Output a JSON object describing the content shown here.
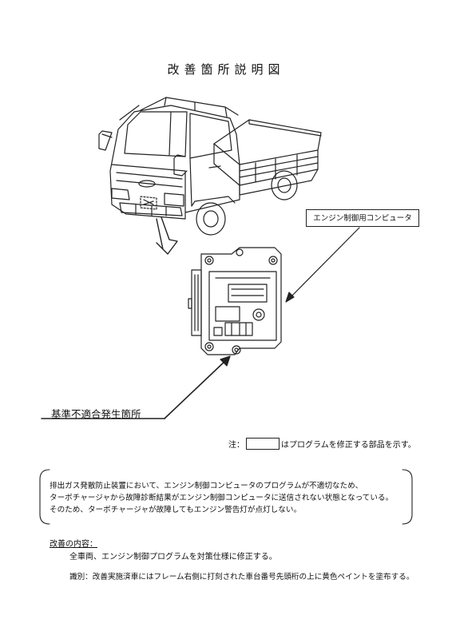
{
  "title": "改善箇所説明図",
  "callout_label": "エンジン制御用コンピュータ",
  "defect_label": "基準不適合発生箇所",
  "note": {
    "prefix": "注：",
    "suffix": "はプログラムを修正する部品を示す。"
  },
  "description_lines": [
    "排出ガス発散防止装置において、エンジン制御コンピュータのプログラムが不適切なため、",
    "ターボチャージャから故障診断結果がエンジン制御コンピュータに送信されない状態となっている。",
    "そのため、ターボチャージャが故障してもエンジン警告灯が点灯しない。"
  ],
  "remedy": {
    "heading": "改善の内容：",
    "body": "全車両、エンジン制御プログラムを対策仕様に修正する。",
    "identification": "識別：改善実施済車にはフレーム右側に打刻された車台番号先頭桁の上に黄色ペイントを塗布する。"
  },
  "icons": {
    "truck": "truck-illustration",
    "ecu": "ecu-unit-illustration"
  }
}
